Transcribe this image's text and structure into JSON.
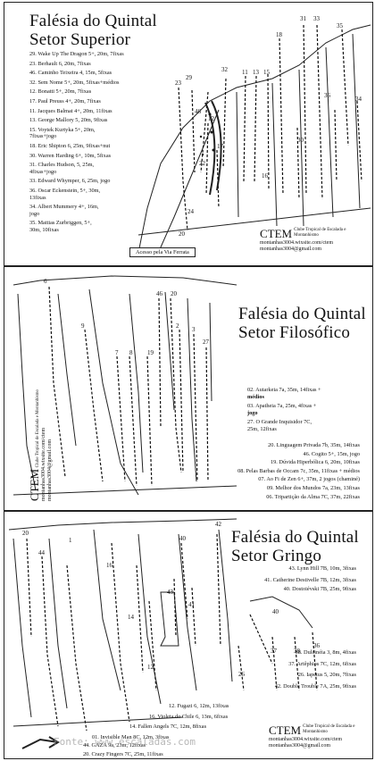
{
  "superior": {
    "title_line1": "Falésia do  Quintal",
    "title_line2": "Setor Superior",
    "routes": [
      "29. Wake Up The Dragon 5+, 20m, 7fixas",
      "23. Berhault 6, 20m, 7fixas",
      "46. Caminho Teixeira 4, 15m, 5fixas",
      "32. Sem Nome 5+, 20m, 5fixas+médios",
      "12. Bonatti 5+, 20m, 7fixas",
      "17. Paul Preuss 4+, 20m, 7fixas",
      "11. Jacques Balmat 4+, 20m, 11fixas",
      "13. George Mallory 5, 20m, 9fixas",
      "15. Voytek Kurtyka 5+, 20m,",
      "7fixas+jogo",
      "18. Eric Shipton 6, 25m, 9fixas+nut",
      "30. Warren Harding 6+, 10m, 5fixas",
      "31. Charles Hudson, 5, 25m,",
      "4fixas+jogo",
      "33. Edward Whymper, 6, 25m, jogo",
      "36. Oscar Eckenstein, 5+, 30m,",
      "13fixas",
      "34. Albert Mummery 4+, 16m,",
      "jogo",
      "35. Mattias Zurbriggen, 5+,",
      "30m, 10fixas"
    ],
    "labels": [
      "23",
      "29",
      "22",
      "32",
      "11",
      "13",
      "15",
      "18",
      "31",
      "33",
      "35",
      "16",
      "46",
      "12",
      "17",
      "30",
      "36",
      "34",
      "24",
      "20"
    ],
    "access": "Acesso pela Via Ferrata",
    "ctem": "CTEM",
    "club": "Clube Tropical de Escalada e Montanhismo",
    "site": "montanhas3004.wixsite.com/ctem",
    "email": "montanhas3004@gmail.com"
  },
  "filosofico": {
    "title_line1": "Falésia do Quintal",
    "title_line2": "Setor Filosófico",
    "routes": [
      "02. Autarkeia 7a, 35m, 14fixas +",
      "médios",
      "03. Apatheia 7a, 25m, 4fixas +",
      "jogo",
      "27. O Grande Inquisidor 7C,",
      "25m, 12fixas",
      "20. Linguagem Privada 7b, 35m, 14fixas",
      "46. Cogito 5+, 15m, jogo",
      "19. Dúvida Hiperbólica 6, 20m, 10fixas",
      "08. Pelas Barbas de Occam 7c, 35m, 11fixas + médios",
      "07. Ao Fi de Zen 6+, 37m, 2 jogos (chaminé)",
      "09. Melhor dos Mundos 7a, 23m, 13fixas",
      "06. Tripartição da Alma 7C, 37m, 22fixas"
    ],
    "labels": [
      "6",
      "46",
      "20",
      "2",
      "9",
      "3",
      "27",
      "7",
      "8",
      "19"
    ],
    "ctem": "CTEM",
    "club": "Clube Tropical de Escalada e Montanhismo",
    "site": "montanhas3004.wixsite.com/ctem",
    "email": "montanhas3004@gmail.com"
  },
  "gringo": {
    "title_line1": "Falésia do  Quintal",
    "title_line2": "Setor Gringo",
    "routes_right": [
      "43. Lynn Hill 7B, 10m, 3fixas",
      "41. Catherine Destivelle 7B, 12m, 3fixas",
      "40. Dostoiévski 7B, 25m, 9fixas",
      "38. Dulcinéia 3, 8m, 4fixas",
      "37. Artêphios 7C, 12m, 6fixas",
      "26. Iapetus 5, 20m, 7fixas",
      "42. Double Trouble 7A, 25m, 9fixas"
    ],
    "routes_bottom": [
      "12. Fugazi 6, 12m, 13fixas",
      "16. Violeta do Chile 6, 13m, 6fixas",
      "14. Fallen Angels 7C, 12m, 8fixas",
      "01. Invisible Man 8C, 12m, 3fixas",
      "44. GAZA 9a, 23m, 12fixas",
      "20. Crazy Fingers 7C, 25m, 11fixas"
    ],
    "labels": [
      "20",
      "44",
      "1",
      "16",
      "40",
      "42",
      "43",
      "41",
      "14",
      "12",
      "40",
      "26",
      "37",
      "38",
      "36"
    ],
    "ctem": "CTEM",
    "club": "Clube Tropical de Escalada e Montanhismo",
    "site": "montanhas3004.wixsite.com/ctem",
    "email": "montanhas3004@gmail.com"
  },
  "watermark": "Fonte: www.escaladas.com"
}
